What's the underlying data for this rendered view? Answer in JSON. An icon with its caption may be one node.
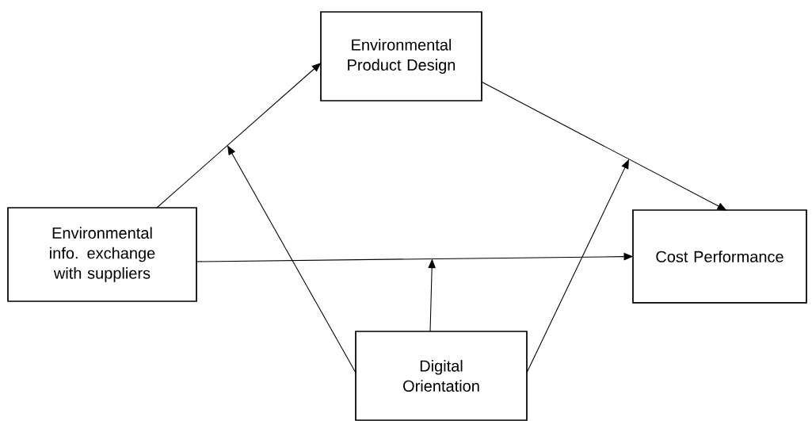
{
  "diagram": {
    "nodes": [
      {
        "text": [
          "Environmental Product Design"
        ]
      },
      {
        "text": [
          "Environmental info. exchange with suppliers"
        ]
      },
      {
        "text": [
          "Cost Performance"
        ]
      },
      {
        "text": [
          "Digital Orientation"
        ]
      }
    ],
    "edges": [
      {
        "from": 1,
        "to": 0,
        "arrow": "to"
      },
      {
        "from": 0,
        "to": 2,
        "arrow": "to"
      },
      {
        "from": 1,
        "to": 2,
        "arrow": "to"
      },
      {
        "from": 3,
        "to": null,
        "arrow": "to"
      },
      {
        "from": 3,
        "to": null,
        "arrow": "to"
      },
      {
        "from": 3,
        "to": null,
        "arrow": "to"
      }
    ]
  }
}
